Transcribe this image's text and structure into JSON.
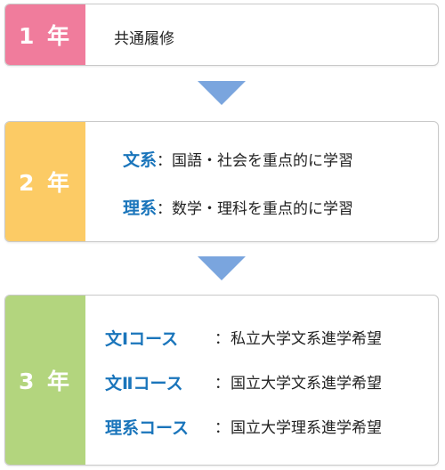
{
  "year1": {
    "label": "1 年",
    "color": "#f07c9c",
    "text": "共通履修"
  },
  "year2": {
    "label": "2 年",
    "color": "#fccb65",
    "rows": [
      {
        "course": "文系",
        "colon": "：",
        "desc": "国語・社会を重点的に学習"
      },
      {
        "course": "理系",
        "colon": "：",
        "desc": "数学・理科を重点的に学習"
      }
    ]
  },
  "year3": {
    "label": "3 年",
    "color": "#b3d57e",
    "rows": [
      {
        "course": "文Ⅰコース",
        "colon": "：",
        "desc": "私立大学文系進学希望"
      },
      {
        "course": "文Ⅱコース",
        "colon": "：",
        "desc": "国立大学文系進学希望"
      },
      {
        "course": "理系コース",
        "colon": "：",
        "desc": "国立大学理系進学希望"
      }
    ]
  },
  "arrow_color": "#7aa5de",
  "accent_color": "#1a75bb"
}
